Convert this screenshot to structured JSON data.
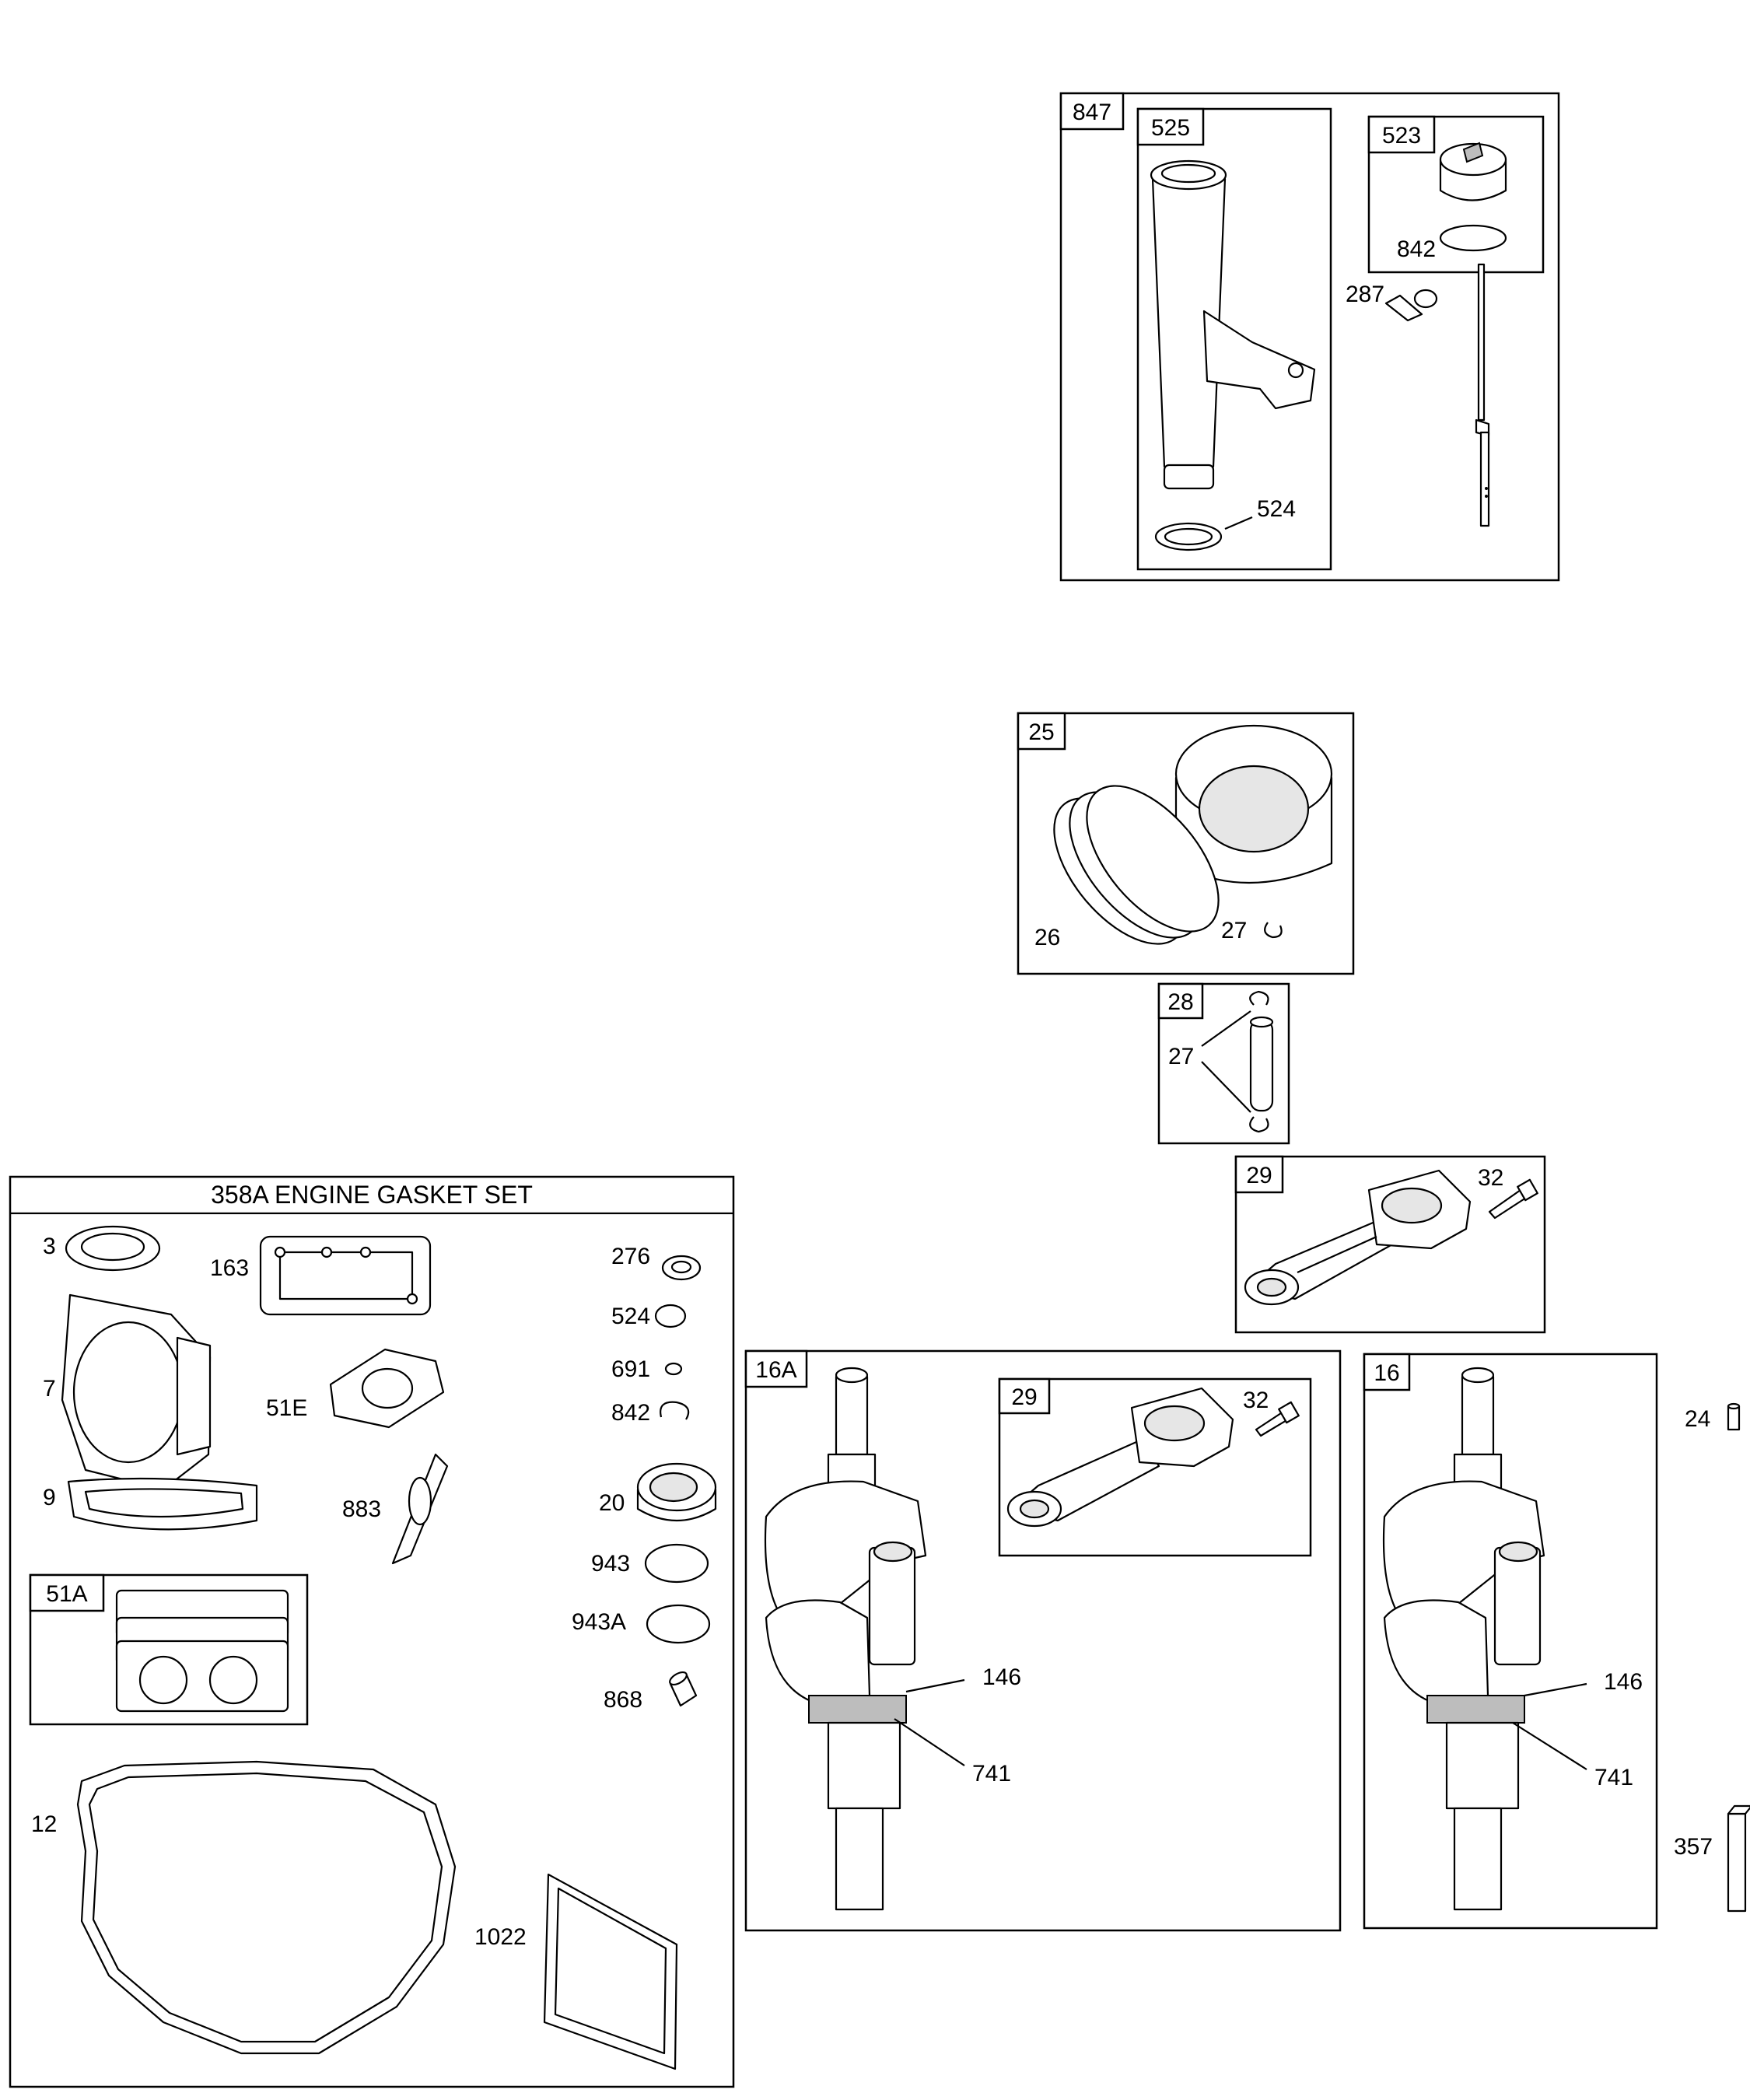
{
  "kit_847": {
    "tag": "847",
    "sub_525": "525",
    "sub_523": "523",
    "l_842": "842",
    "l_287": "287",
    "l_524": "524"
  },
  "kit_25": {
    "tag": "25",
    "l_26": "26",
    "l_27": "27"
  },
  "kit_28": {
    "tag": "28",
    "l_27": "27"
  },
  "kit_29_top": {
    "tag": "29",
    "l_32": "32"
  },
  "gasket_set": {
    "title": "358A ENGINE GASKET SET",
    "l_3": "3",
    "l_163": "163",
    "l_7": "7",
    "l_51E": "51E",
    "l_9": "9",
    "l_883": "883",
    "kit_51A": "51A",
    "l_12": "12",
    "l_1022": "1022",
    "l_276": "276",
    "l_524": "524",
    "l_691": "691",
    "l_842": "842",
    "l_20": "20",
    "l_943": "943",
    "l_943A": "943A",
    "l_868": "868"
  },
  "kit_16A": {
    "tag": "16A",
    "sub_29": "29",
    "l_32": "32",
    "l_146": "146",
    "l_741": "741"
  },
  "kit_16": {
    "tag": "16",
    "l_146": "146",
    "l_741": "741"
  },
  "loose": {
    "l_24": "24",
    "l_357": "357"
  }
}
